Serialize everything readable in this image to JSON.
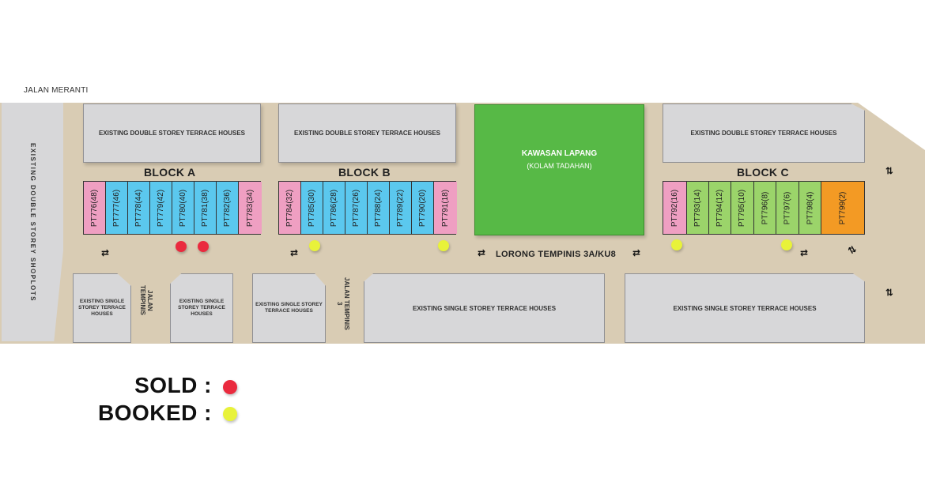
{
  "roads": {
    "jalan_meranti": "JALAN MERANTI",
    "jalan_tempinis": "JALAN TEMPINIS",
    "jalan_tempinis_3": "JALAN TEMPINIS 3",
    "lorong_tempinis": "LORONG TEMPINIS 3A/KU8"
  },
  "existing": {
    "shoplots": "EXISTING DOUBLE STOREY SHOPLOTS",
    "double_terrace": "EXISTING DOUBLE STOREY TERRACE HOUSES",
    "single_terrace_small": "EXISTING SINGLE STOREY TERRACE HOUSES",
    "single_terrace": "EXISTING SINGLE STOREY TERRACE HOUSES"
  },
  "park": {
    "title": "KAWASAN LAPANG",
    "subtitle": "(KOLAM TADAHAN)"
  },
  "blocks": {
    "a": {
      "title": "BLOCK A",
      "lots": [
        "PT776(48)",
        "PT777(46)",
        "PT778(44)",
        "PT779(42)",
        "PT780(40)",
        "PT781(38)",
        "PT782(36)",
        "PT783(34)"
      ]
    },
    "b": {
      "title": "BLOCK B",
      "lots": [
        "PT784(32)",
        "PT785(30)",
        "PT786(28)",
        "PT787(26)",
        "PT788(24)",
        "PT789(22)",
        "PT790(20)",
        "PT791(18)"
      ]
    },
    "c": {
      "title": "BLOCK C",
      "lots": [
        "PT792(16)",
        "PT793(14)",
        "PT794(12)",
        "PT795(10)",
        "PT796(8)",
        "PT797(6)",
        "PT798(4)",
        "PT799(2)"
      ]
    }
  },
  "status": {
    "sold": [
      "PT780(40)",
      "PT781(38)"
    ],
    "booked": [
      "PT785(30)",
      "PT791(18)",
      "PT792(16)",
      "PT797(6)"
    ]
  },
  "colors": {
    "sold": "#ea2a3e",
    "booked": "#e8f23a",
    "corner_lot": "#ef9fc2",
    "intermediate_a_b": "#5bc8ee",
    "intermediate_c": "#9bd46a",
    "end_lot_c": "#f39a24",
    "park": "#57b946"
  },
  "legend": {
    "sold": "SOLD :",
    "booked": "BOOKED :"
  },
  "icons": {
    "two_way": "two-way-arrow-icon"
  }
}
